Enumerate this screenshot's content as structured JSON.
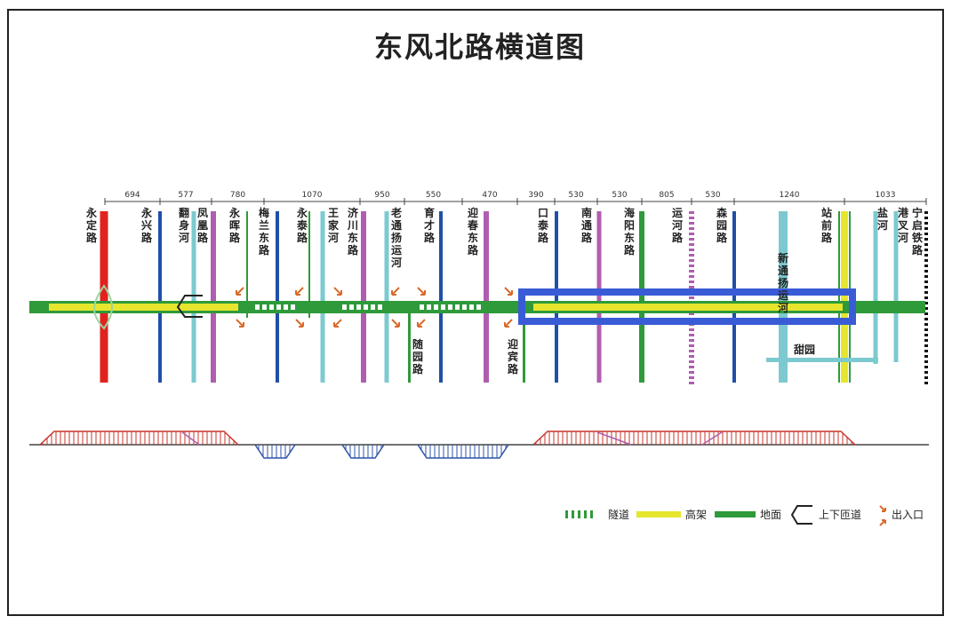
{
  "title": "东风北路横道图",
  "distances": [
    "694",
    "577",
    "780",
    "1070",
    "950",
    "550",
    "470",
    "390",
    "530",
    "530",
    "805",
    "530",
    "1240",
    "1033"
  ],
  "roads_top": [
    {
      "label": "永定路",
      "color": "#e0231e"
    },
    {
      "label": "永兴路",
      "color": "#1f4fa8"
    },
    {
      "label": "翻身河",
      "color": "#7ccad0"
    },
    {
      "label": "凤凰路",
      "color": "#b05db0"
    },
    {
      "label": "永晖路",
      "color": "#2e9a3a"
    },
    {
      "label": "梅兰东路",
      "color": "#1f4fa8"
    },
    {
      "label": "永泰路",
      "color": "#2e9a3a"
    },
    {
      "label": "王家河",
      "color": "#7ccad0"
    },
    {
      "label": "济川东路",
      "color": "#b05db0"
    },
    {
      "label": "老通扬运河",
      "color": "#7ccad0"
    },
    {
      "label": "育才路",
      "color": "#1f4fa8"
    },
    {
      "label": "迎春东路",
      "color": "#b05db0"
    },
    {
      "label": "口泰路",
      "color": "#1f4fa8"
    },
    {
      "label": "南通路",
      "color": "#b05db0"
    },
    {
      "label": "海阳东路",
      "color": "#2e9a3a"
    },
    {
      "label": "运河路",
      "color": "#b05db0"
    },
    {
      "label": "森园路",
      "color": "#1f4fa8"
    },
    {
      "label": "新通扬运河",
      "color": "#7ccad0"
    },
    {
      "label": "站前路",
      "color": "#e6e62e"
    },
    {
      "label": "盐河",
      "color": "#7ccad0"
    },
    {
      "label": "港叉河",
      "color": "#7ccad0"
    },
    {
      "label": "宁启铁路",
      "color": "#111111"
    }
  ],
  "roads_bottom": [
    "随园路",
    "迎宾路"
  ],
  "mirror_label": "甜园",
  "legend": {
    "tunnel": "隧道",
    "elevated": "高架",
    "ground": "地面",
    "ramp": "上下匝道",
    "exit": "出入口"
  },
  "colors": {
    "ground": "#2e9a3a",
    "elevated": "#e6e62e",
    "tunnel": "#ffffff",
    "highlight": "#3a5bd6",
    "profile_elevated": "#c9362c",
    "profile_tunnel": "#2f54a8",
    "exit": "#d96a28"
  }
}
